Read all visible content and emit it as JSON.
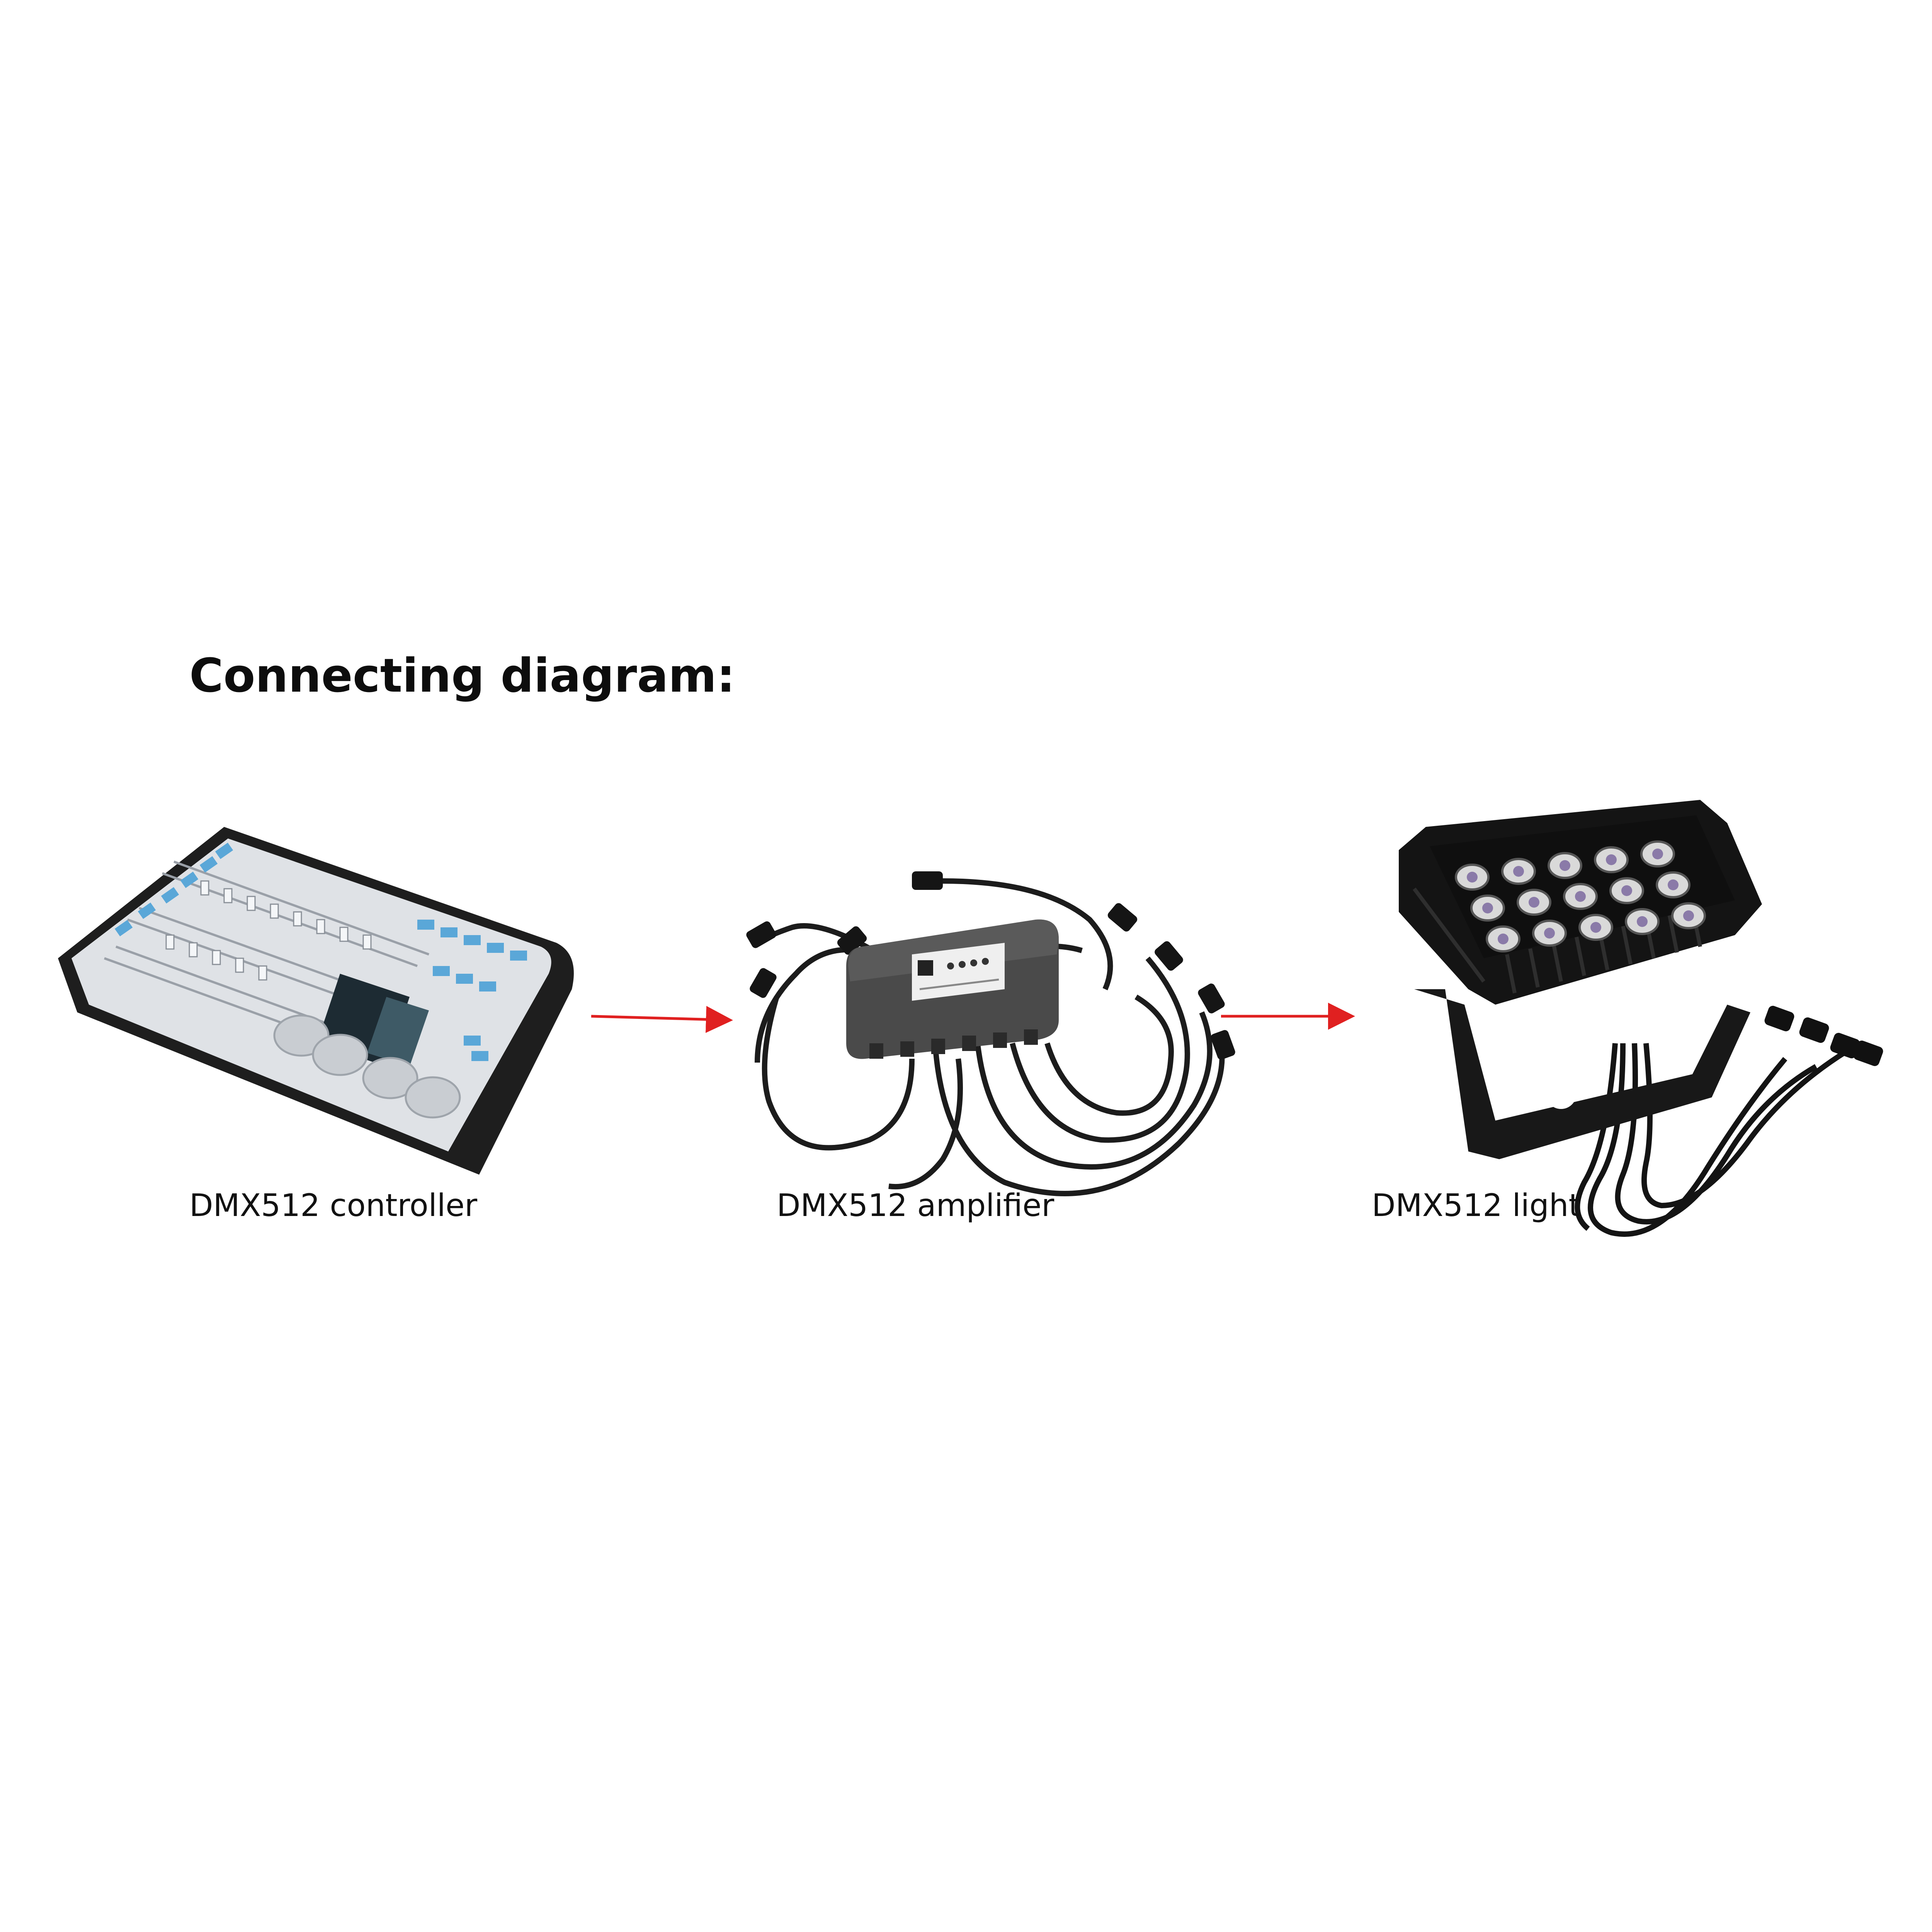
{
  "title": "Connecting diagram:",
  "devices": {
    "controller": {
      "label": "DMX512 controller"
    },
    "amplifier": {
      "label": "DMX512 amplifier"
    },
    "light": {
      "label": "DMX512 light"
    }
  },
  "colors": {
    "arrow": "#e02020",
    "device_dark": "#1a1a1a",
    "amplifier_body": "#4a4a4a",
    "controller_panel": "#dfe2e6"
  }
}
